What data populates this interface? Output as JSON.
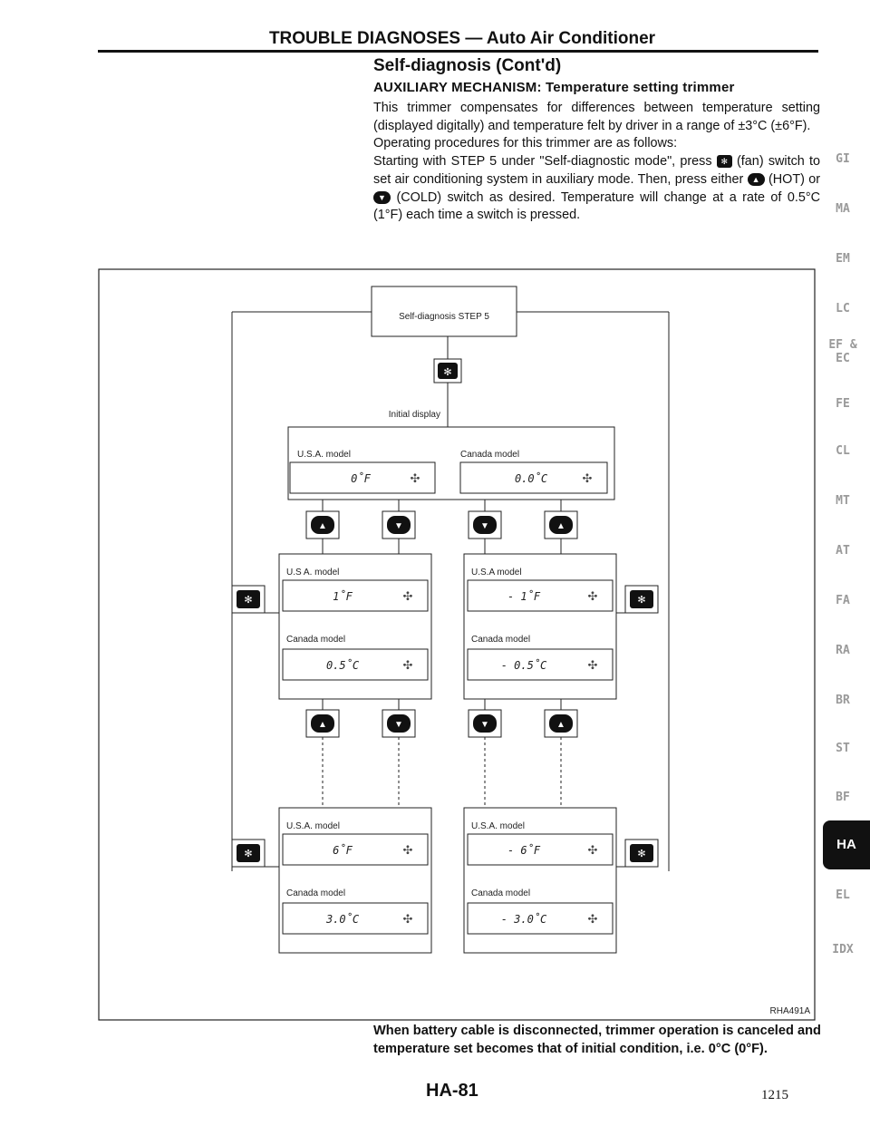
{
  "header": {
    "title": "TROUBLE DIAGNOSES — Auto Air Conditioner",
    "subtitle": "Self-diagnosis (Cont'd)",
    "section": "AUXILIARY MECHANISM: Temperature setting trimmer"
  },
  "body": {
    "p1": "This trimmer compensates for differences between temperature setting (displayed digitally) and temperature felt by driver in a range of ±3°C (±6°F).",
    "p2": "Operating procedures for this trimmer are as follows:",
    "p3a": "Starting with STEP 5 under \"Self-diagnostic mode\", press",
    "p3b": "(fan) switch to set air conditioning system in auxiliary mode. Then, press either",
    "p3c": "(HOT) or",
    "p3d": "(COLD) switch as desired. Temperature will change at a rate of 0.5°C (1°F) each time a switch is pressed."
  },
  "side_tabs": [
    "GI",
    "MA",
    "EM",
    "LC",
    "EF &\nEC",
    "FE",
    "CL",
    "MT",
    "AT",
    "FA",
    "RA",
    "BR",
    "ST",
    "BF",
    "HA",
    "EL",
    "IDX"
  ],
  "active_tab": "HA",
  "figure": {
    "start_box": "Self-diagnosis STEP 5",
    "initial_display": "Initial display",
    "usa_model": "U.S.A. model",
    "usa_model_b": "U.S A. model",
    "usa_model_c": "U.S.A model",
    "canada_model": "Canada model",
    "displays": {
      "init_usa": "0˚F",
      "init_can": "0.0˚C",
      "up1_usa": "1˚F",
      "up1_can": "0.5˚C",
      "dn1_usa": "- 1˚F",
      "dn1_can": "- 0.5˚C",
      "up6_usa": "6˚F",
      "up6_can": "3.0˚C",
      "dn6_usa": "- 6˚F",
      "dn6_can": "- 3.0˚C"
    },
    "figure_code": "RHA491A"
  },
  "footer": {
    "note": "When battery cable is disconnected, trimmer operation is canceled and temperature set becomes that of initial condition, i.e. 0°C (0°F).",
    "page": "HA-81",
    "sheet": "1215"
  },
  "icons": {
    "fan": "fan-switch-icon",
    "hot": "hot-up-arrow-icon",
    "cold": "cold-down-arrow-icon"
  }
}
